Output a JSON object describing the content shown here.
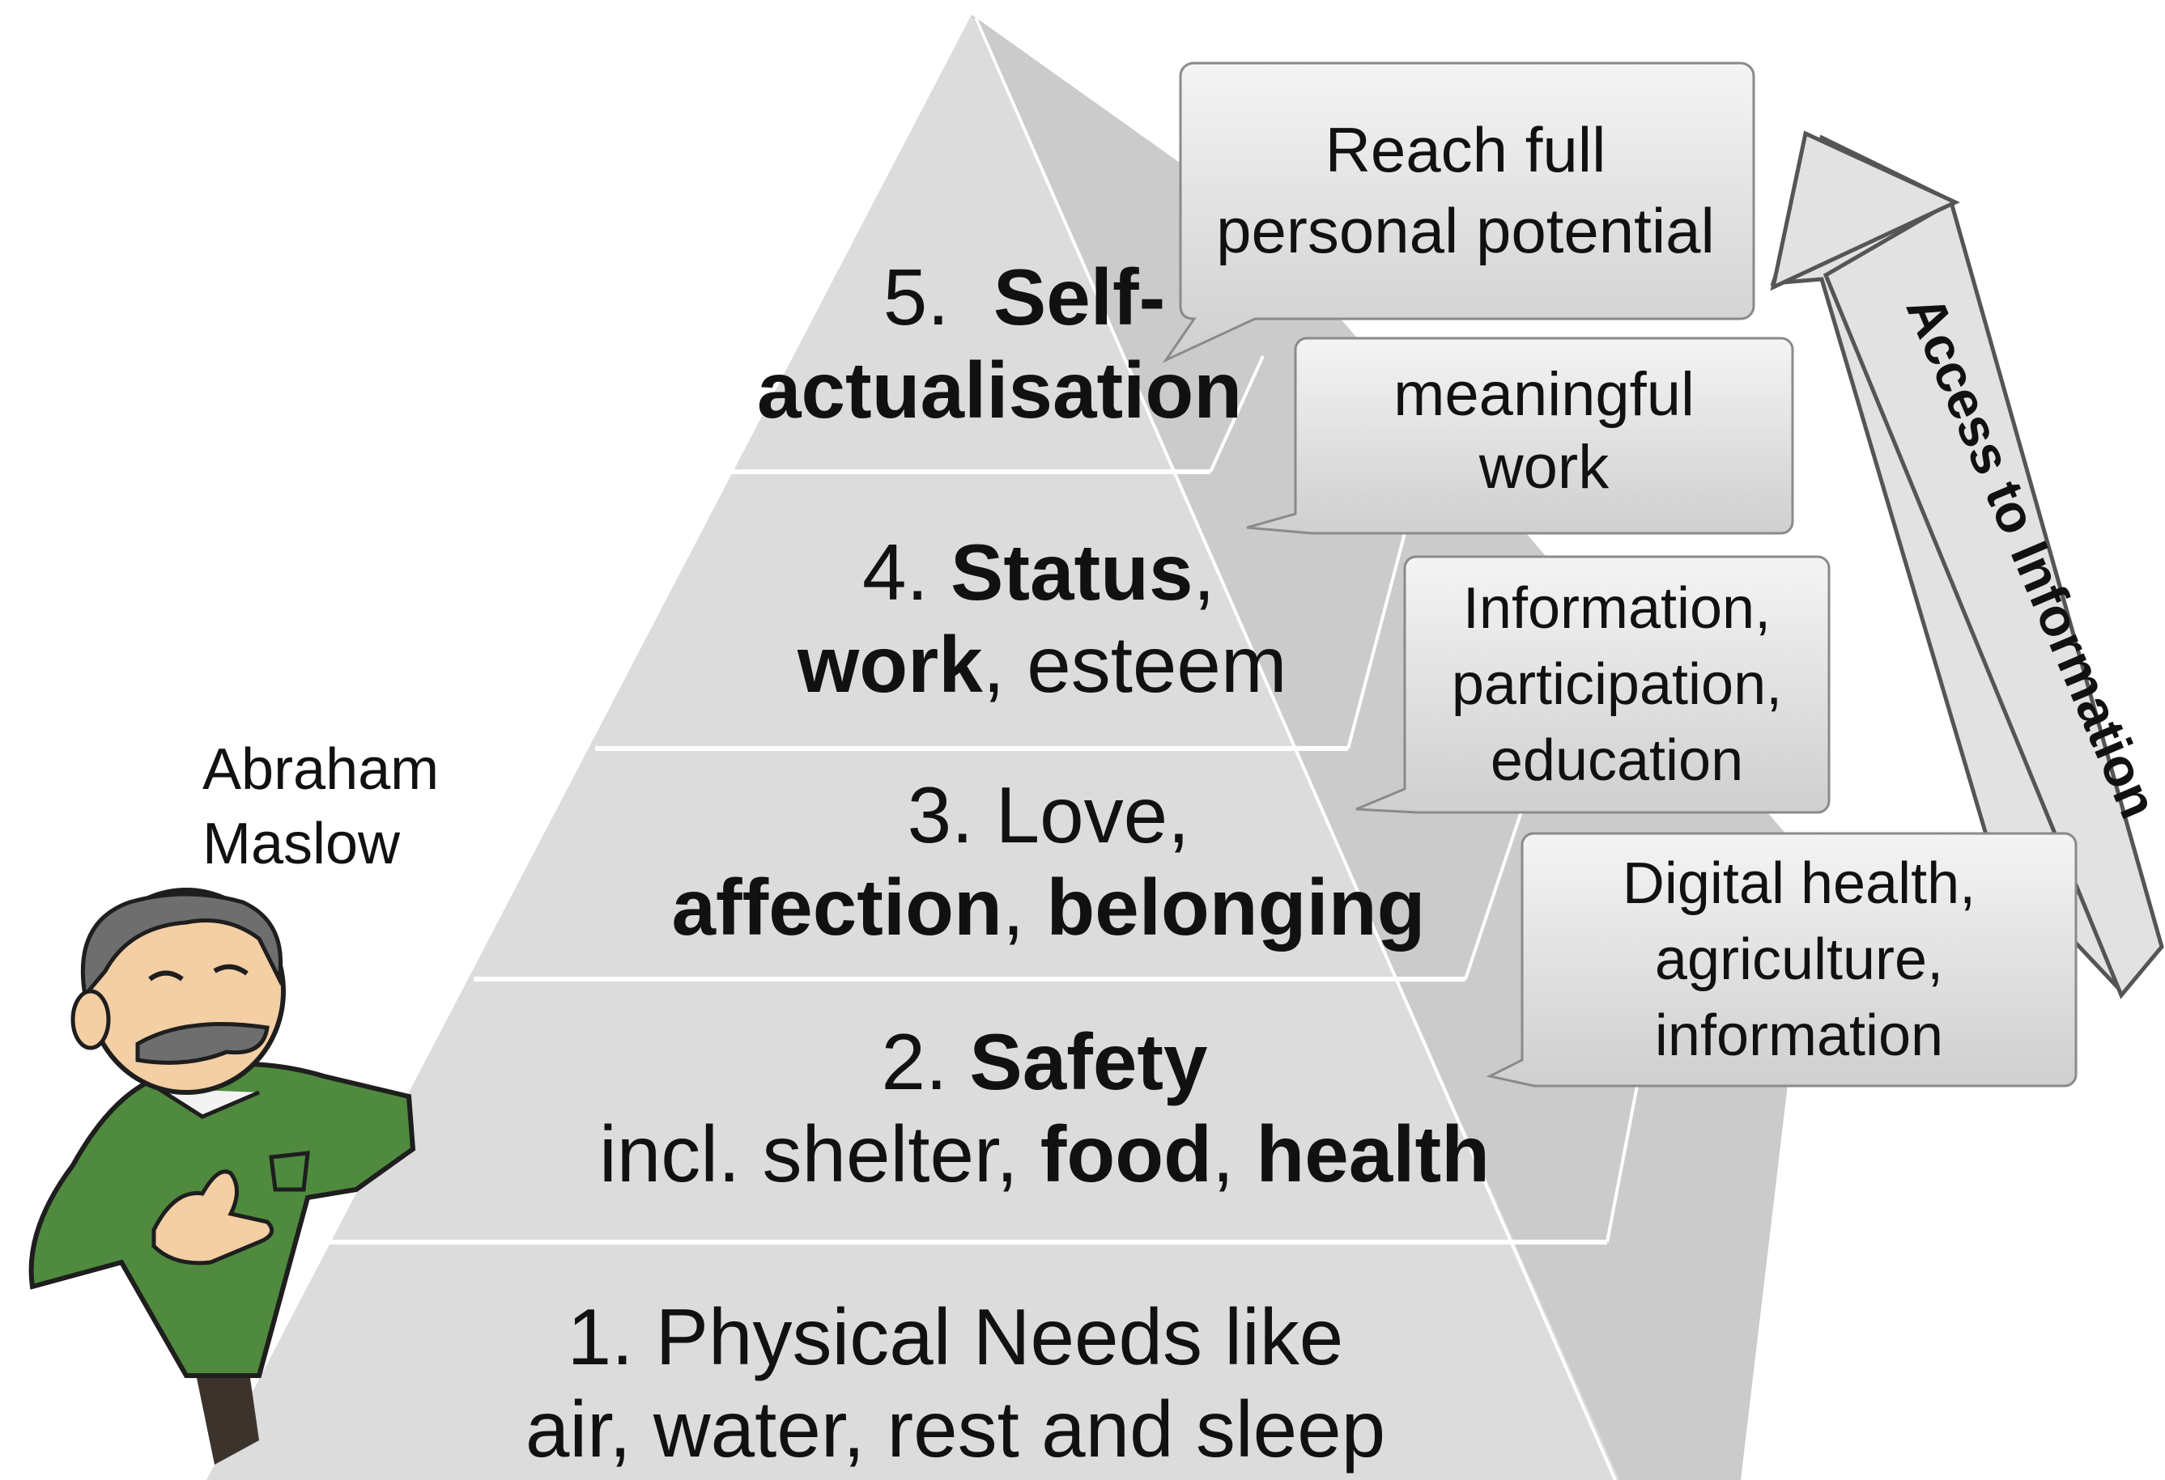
{
  "levels": {
    "l5": {
      "num": "5.",
      "bold1": "Self-",
      "bold2": "actualisation"
    },
    "l4": {
      "num": "4.",
      "bold1": "Status",
      "sep1": ",",
      "bold2": "work",
      "rest": ", esteem"
    },
    "l3": {
      "line1": "3.  Love,",
      "bold1": "affection",
      "sep": ", ",
      "bold2": "belonging"
    },
    "l2": {
      "num": "2.",
      "bold1": "Safety",
      "pre": "incl. shelter, ",
      "bold2": "food",
      "sep": ", ",
      "bold3": "health"
    },
    "l1": {
      "line1": "1. Physical Needs like",
      "line2": "air, water, rest and sleep"
    }
  },
  "callouts": {
    "c5": {
      "line1": "Reach full",
      "line2": "personal potential"
    },
    "c4": {
      "line1": "meaningful",
      "line2": "work"
    },
    "c3": {
      "line1": "Information,",
      "line2": "participation,",
      "line3": "education"
    },
    "c2": {
      "line1": "Digital health,",
      "line2": "agriculture,",
      "line3": "information"
    }
  },
  "arrow": {
    "label": "Access to Information"
  },
  "author": {
    "line1": "Abraham",
    "line2": "Maslow"
  },
  "colors": {
    "pyramid_front": "#dcdcdc",
    "pyramid_side": "#cfcfcf",
    "divider": "#ffffff",
    "callout_fill": "#e3e3e3",
    "callout_stroke": "#8a8a8a",
    "shirt_green": "#4f8a3f",
    "hair_gray": "#6e6e6e",
    "skin": "#f4cfa4"
  }
}
